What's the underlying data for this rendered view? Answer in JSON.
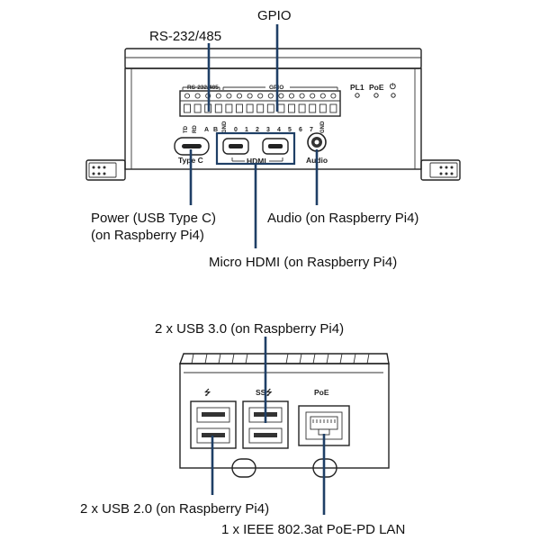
{
  "callouts": {
    "gpio": "GPIO",
    "rs232": "RS-232/485",
    "power_line1": "Power (USB Type C)",
    "power_line2": "(on Raspberry Pi4)",
    "audio": "Audio (on Raspberry Pi4)",
    "micro_hdmi": "Micro HDMI (on Raspberry Pi4)",
    "usb3": "2 x USB 3.0 (on Raspberry Pi4)",
    "usb2": "2 x USB 2.0 (on Raspberry Pi4)",
    "lan": "1 x IEEE 802.3at PoE-PD LAN"
  },
  "top_panel": {
    "bracket_rs232": "RS-232/485",
    "bracket_gpio": "GPIO",
    "led_pl1": "PL1",
    "led_poe": "PoE",
    "power_symbol": "⏻",
    "port_type_c": "Type C",
    "port_hdmi": "HDMI",
    "port_audio": "Audio",
    "rs_pins": [
      "TD",
      "RD",
      "A",
      "B",
      "GND"
    ],
    "gpio_pins": [
      "0",
      "1",
      "2",
      "3",
      "4",
      "5",
      "6",
      "7",
      "GND"
    ]
  },
  "bottom_panel": {
    "usb_symbol": "⭍",
    "usb3_symbol": "SS⭍",
    "poe": "PoE"
  },
  "colors": {
    "leader": "#1f3f66",
    "outline": "#222222"
  }
}
